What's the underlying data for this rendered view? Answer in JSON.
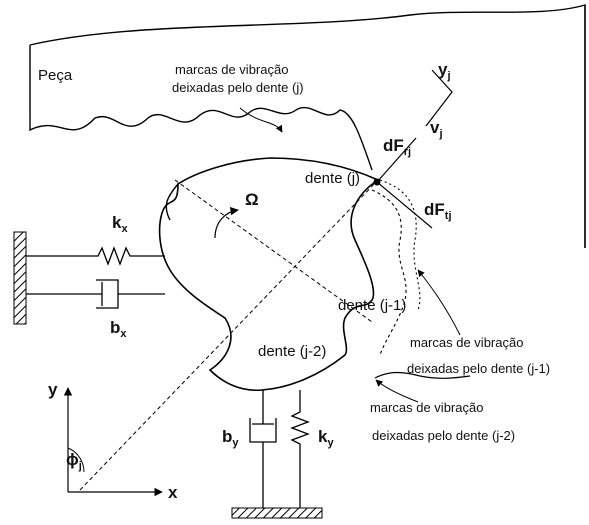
{
  "workpiece": {
    "label": "Peça",
    "marks_j_line1": "marcas de vibração",
    "marks_j_line2": "deixadas pelo dente (j)"
  },
  "forces": {
    "y_base": "y",
    "y_sub": "j",
    "v_base": "v",
    "v_sub": "j",
    "fr_base": "dF",
    "fr_sub": "rj",
    "ft_base": "dF",
    "ft_sub": "tj"
  },
  "tooth": {
    "j": "dente (j)",
    "j1": "dente (j-1)",
    "j2": "dente (j-2)",
    "omega": "Ω"
  },
  "marks": {
    "j1_line1": "marcas de vibração",
    "j1_line2": "deixadas pelo dente (j-1)",
    "j2_line1": "marcas de vibração",
    "j2_line2": "deixadas pelo dente (j-2)"
  },
  "springs": {
    "kx_base": "k",
    "kx_sub": "x",
    "bx_base": "b",
    "bx_sub": "x",
    "by_base": "b",
    "by_sub": "y",
    "ky_base": "k",
    "ky_sub": "y"
  },
  "axes": {
    "y": "y",
    "x": "x",
    "phi_base": "ϕ",
    "phi_sub": "j"
  }
}
